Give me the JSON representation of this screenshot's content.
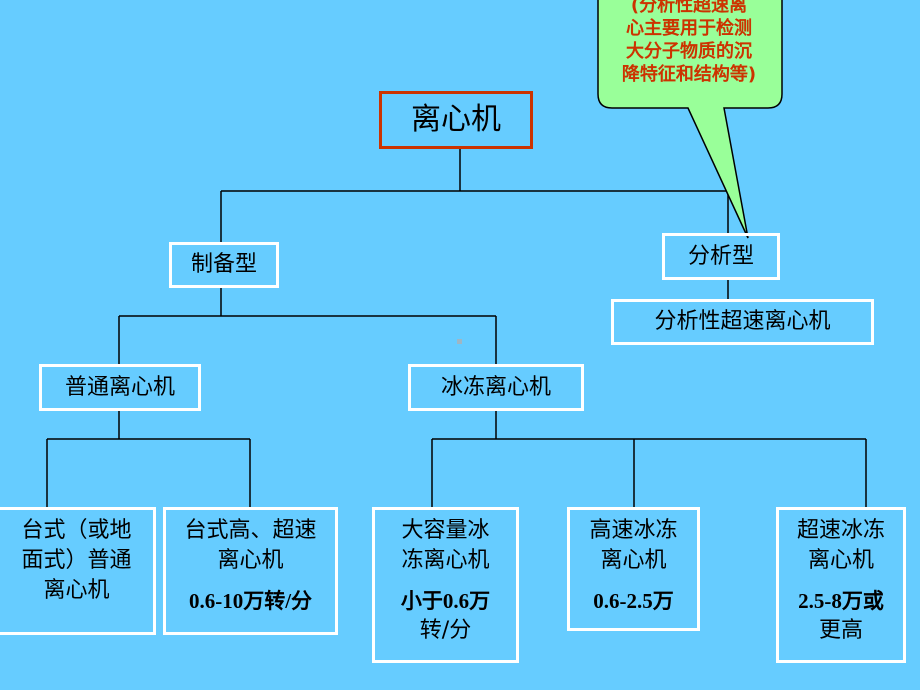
{
  "colors": {
    "background": "#66CCFF",
    "box_border": "#FFFFFF",
    "root_border": "#CC3300",
    "callout_fill": "#99FF99",
    "callout_text": "#CC3300"
  },
  "root": {
    "label": "离心机"
  },
  "branches": {
    "preparative": {
      "label": "制备型"
    },
    "analytical": {
      "label": "分析型"
    }
  },
  "analytical_child": {
    "label": "分析性超速离心机"
  },
  "callout": {
    "lines": [
      "(分析性超速离",
      "心主要用于检测",
      "大分子物质的沉",
      "降特征和结构等)"
    ]
  },
  "preparative_children": {
    "ordinary": {
      "label": "普通离心机"
    },
    "refrigerated": {
      "label": "冰冻离心机"
    }
  },
  "leaves": {
    "tabletop_floor": {
      "lines": [
        "台式（或地",
        "面式）普通",
        "离心机"
      ]
    },
    "tabletop_high_speed": {
      "lines": [
        "台式高、超速",
        "离心机"
      ],
      "value": "0.6-10万转/分"
    },
    "large_capacity_frozen": {
      "lines": [
        "大容量冰",
        "冻离心机"
      ],
      "value_lines": [
        "小于0.6万",
        "转/分"
      ]
    },
    "high_speed_frozen": {
      "lines": [
        "高速冰冻",
        "离心机"
      ],
      "value": "0.6-2.5万"
    },
    "ultra_speed_frozen": {
      "lines": [
        "超速冰冻",
        "离心机"
      ],
      "value_lines": [
        "2.5-8万或",
        "更高"
      ]
    }
  }
}
